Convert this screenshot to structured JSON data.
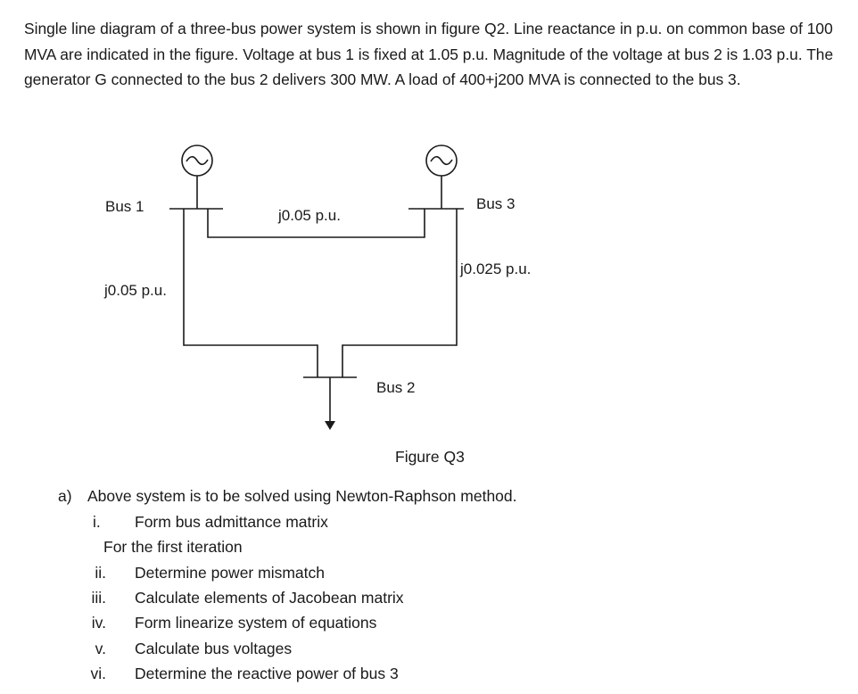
{
  "problem": {
    "statement": "Single line diagram of a three-bus power system is shown in figure Q2. Line reactance in p.u. on common base of 100 MVA are indicated in the figure. Voltage at bus 1 is fixed at 1.05 p.u. Magnitude of the voltage at bus 2 is 1.03 p.u. The generator G connected to the bus 2 delivers 300 MW. A load of 400+j200 MVA is connected to the bus 3."
  },
  "diagram": {
    "bus1_label": "Bus 1",
    "bus2_label": "Bus 2",
    "bus3_label": "Bus 3",
    "line_1_3_reactance": "j0.05 p.u.",
    "line_1_2_reactance": "j0.05 p.u.",
    "line_3_2_reactance": "j0.025 p.u.",
    "caption": "Figure Q3"
  },
  "questions": {
    "part_a_marker": "a)",
    "part_a_text": "Above system is to be solved using Newton-Raphson method.",
    "item1_num": "i.",
    "item1_text": "Form bus admittance matrix",
    "first_iteration": "For the first iteration",
    "items": [
      {
        "num": "ii.",
        "text": "Determine power mismatch"
      },
      {
        "num": "iii.",
        "text": "Calculate elements of Jacobean matrix"
      },
      {
        "num": "iv.",
        "text": "Form linearize system of equations"
      },
      {
        "num": "v.",
        "text": "Calculate bus voltages"
      },
      {
        "num": "vi.",
        "text": "Determine the reactive power of bus 3"
      }
    ]
  }
}
